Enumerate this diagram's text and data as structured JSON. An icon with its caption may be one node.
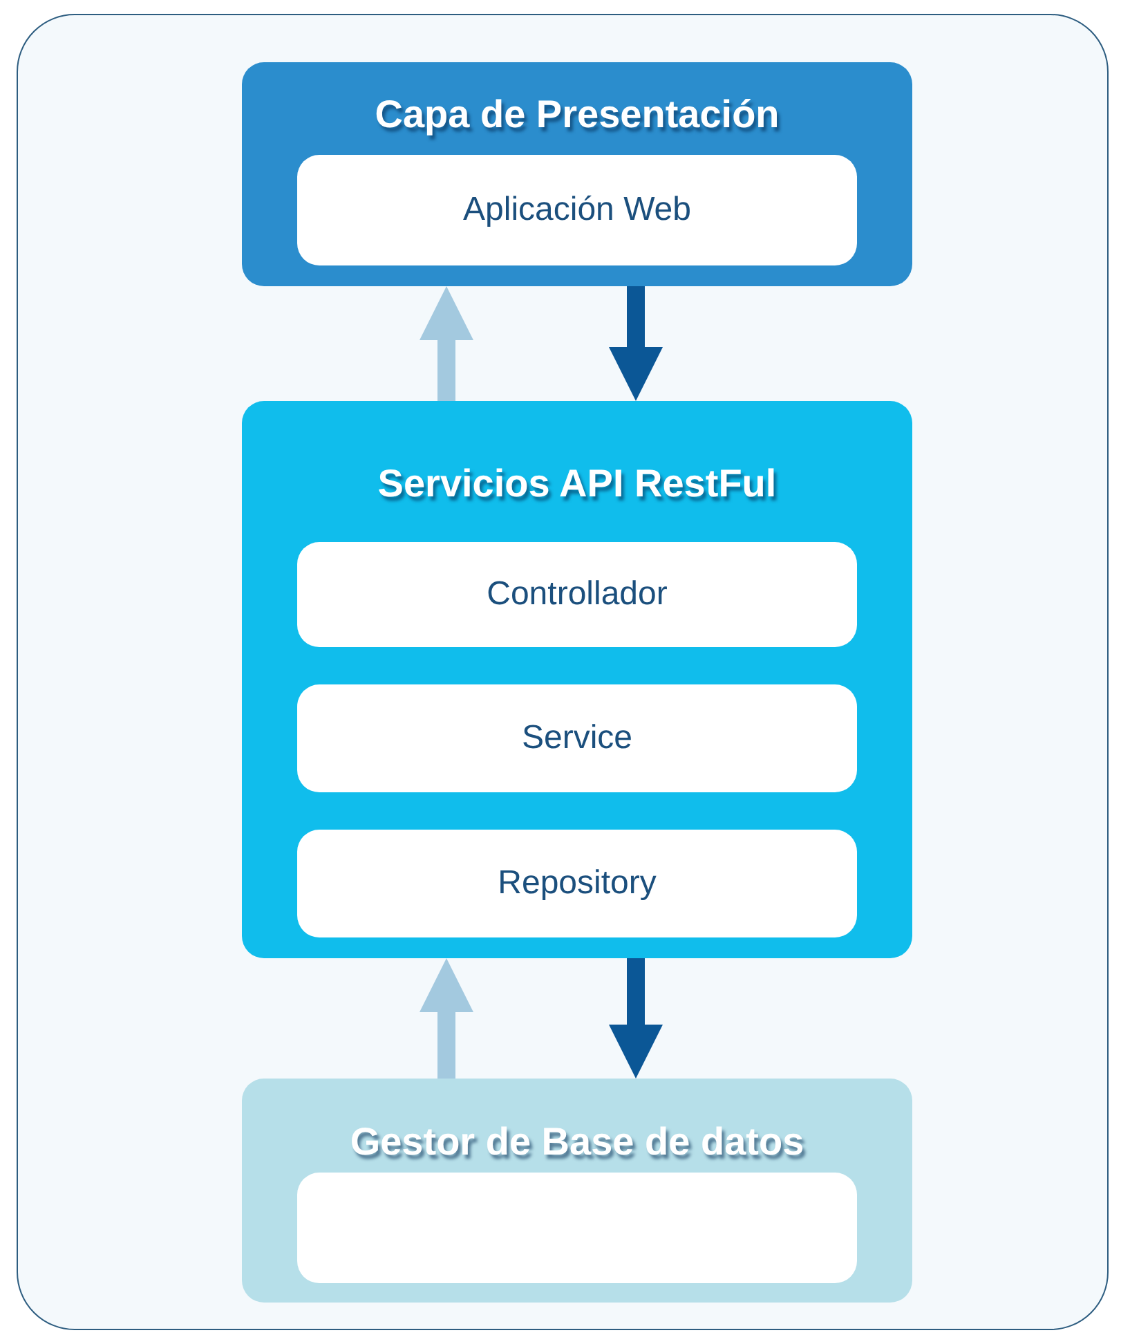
{
  "diagram": {
    "nodes": [
      {
        "text": [
          "Capa de Presentación"
        ]
      },
      {
        "text": [
          "Aplicación Web"
        ],
        "in": 0
      },
      {
        "text": [
          "Servicios API RestFul"
        ]
      },
      {
        "text": [
          "Controllador"
        ],
        "in": 2
      },
      {
        "text": [
          "Service"
        ],
        "in": 2
      },
      {
        "text": [
          "Repository"
        ],
        "in": 2
      },
      {
        "text": [
          "Gestor de Base de datos"
        ]
      },
      {
        "text": [],
        "shape": "box",
        "in": 6
      }
    ],
    "edges": [
      {
        "from": 2,
        "to": 0,
        "arrow": "to",
        "color": "#a3c9df"
      },
      {
        "from": 0,
        "to": 2,
        "arrow": "to",
        "color": "#0b5796"
      },
      {
        "from": 6,
        "to": 2,
        "arrow": "to",
        "color": "#a3c9df"
      },
      {
        "from": 2,
        "to": 6,
        "arrow": "to",
        "color": "#0b5796"
      }
    ]
  }
}
